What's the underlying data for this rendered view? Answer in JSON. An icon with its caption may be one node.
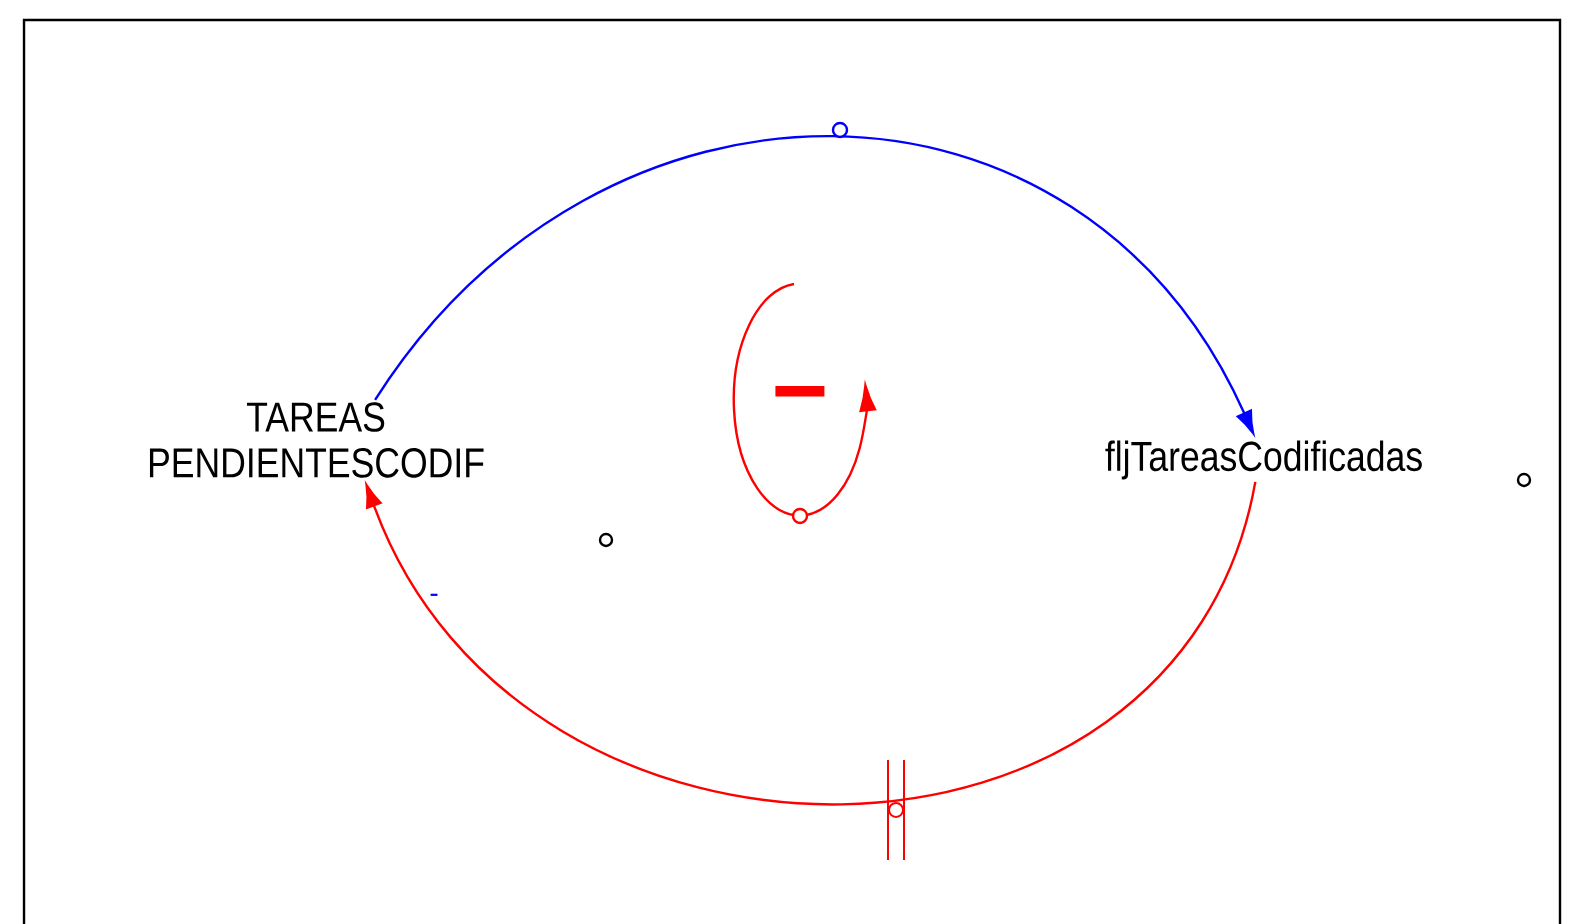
{
  "diagram": {
    "nodes": [
      {
        "text": [
          "TAREAS PENDIENTESCODIF"
        ]
      },
      {
        "text": [
          "fljTareasCodificadas"
        ]
      }
    ],
    "edges": [
      {
        "from": 0,
        "to": 1,
        "arrow": "to",
        "color": "#0000ff"
      },
      {
        "from": 1,
        "to": 0,
        "arrow": "to",
        "color": "#ff0000"
      }
    ],
    "labels": [
      "-",
      "-"
    ]
  }
}
